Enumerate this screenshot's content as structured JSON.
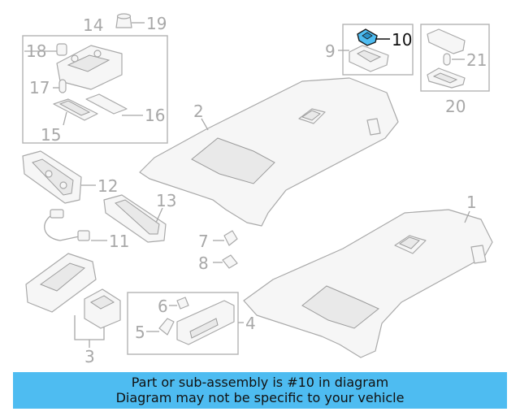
{
  "callouts": {
    "c1": "1",
    "c2": "2",
    "c3": "3",
    "c4": "4",
    "c5": "5",
    "c6": "6",
    "c7": "7",
    "c8": "8",
    "c9": "9",
    "c10": "10",
    "c11": "11",
    "c12": "12",
    "c13": "13",
    "c14": "14",
    "c15": "15",
    "c16": "16",
    "c17": "17",
    "c18": "18",
    "c19": "19",
    "c20": "20",
    "c21": "21"
  },
  "highlight": {
    "part": "10",
    "color": "#4ebcf1"
  },
  "banner": {
    "line1": "Part or sub-assembly is #10 in diagram",
    "line2": "Diagram may not be specific to your vehicle",
    "color": "#4ebcf1"
  }
}
